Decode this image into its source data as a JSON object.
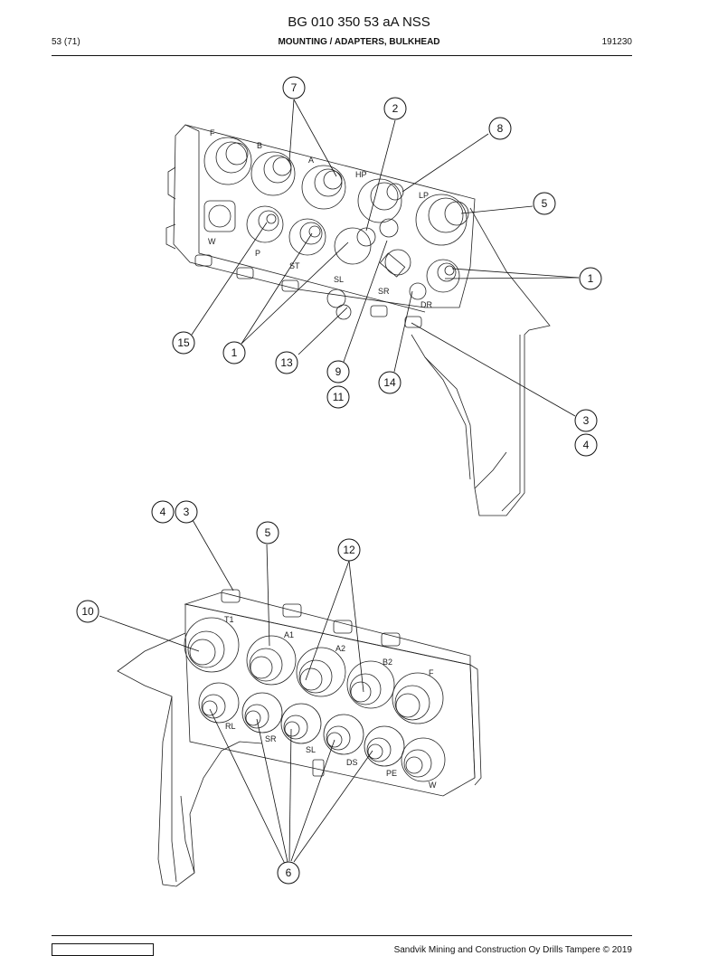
{
  "header": {
    "title": "BG 010 350 53 aA NSS",
    "page": "53 (71)",
    "section": "MOUNTING / ADAPTERS, BULKHEAD",
    "date": "191230"
  },
  "footer": {
    "copyright": "Sandvik Mining and Construction Oy Drills Tampere © 2019"
  },
  "top_view": {
    "port_labels": [
      "F",
      "B",
      "A",
      "HP",
      "LP",
      "W",
      "P",
      "ST",
      "SL",
      "SR",
      "DR"
    ],
    "callouts": [
      "7",
      "2",
      "8",
      "5",
      "1",
      "15",
      "1",
      "13",
      "9",
      "11",
      "14",
      "3",
      "4"
    ]
  },
  "bottom_view": {
    "port_labels": [
      "T1",
      "A1",
      "A2",
      "B2",
      "F",
      "RL",
      "SR",
      "SL",
      "DS",
      "PE",
      "W"
    ],
    "callouts": [
      "4",
      "3",
      "5",
      "12",
      "10",
      "6"
    ]
  }
}
